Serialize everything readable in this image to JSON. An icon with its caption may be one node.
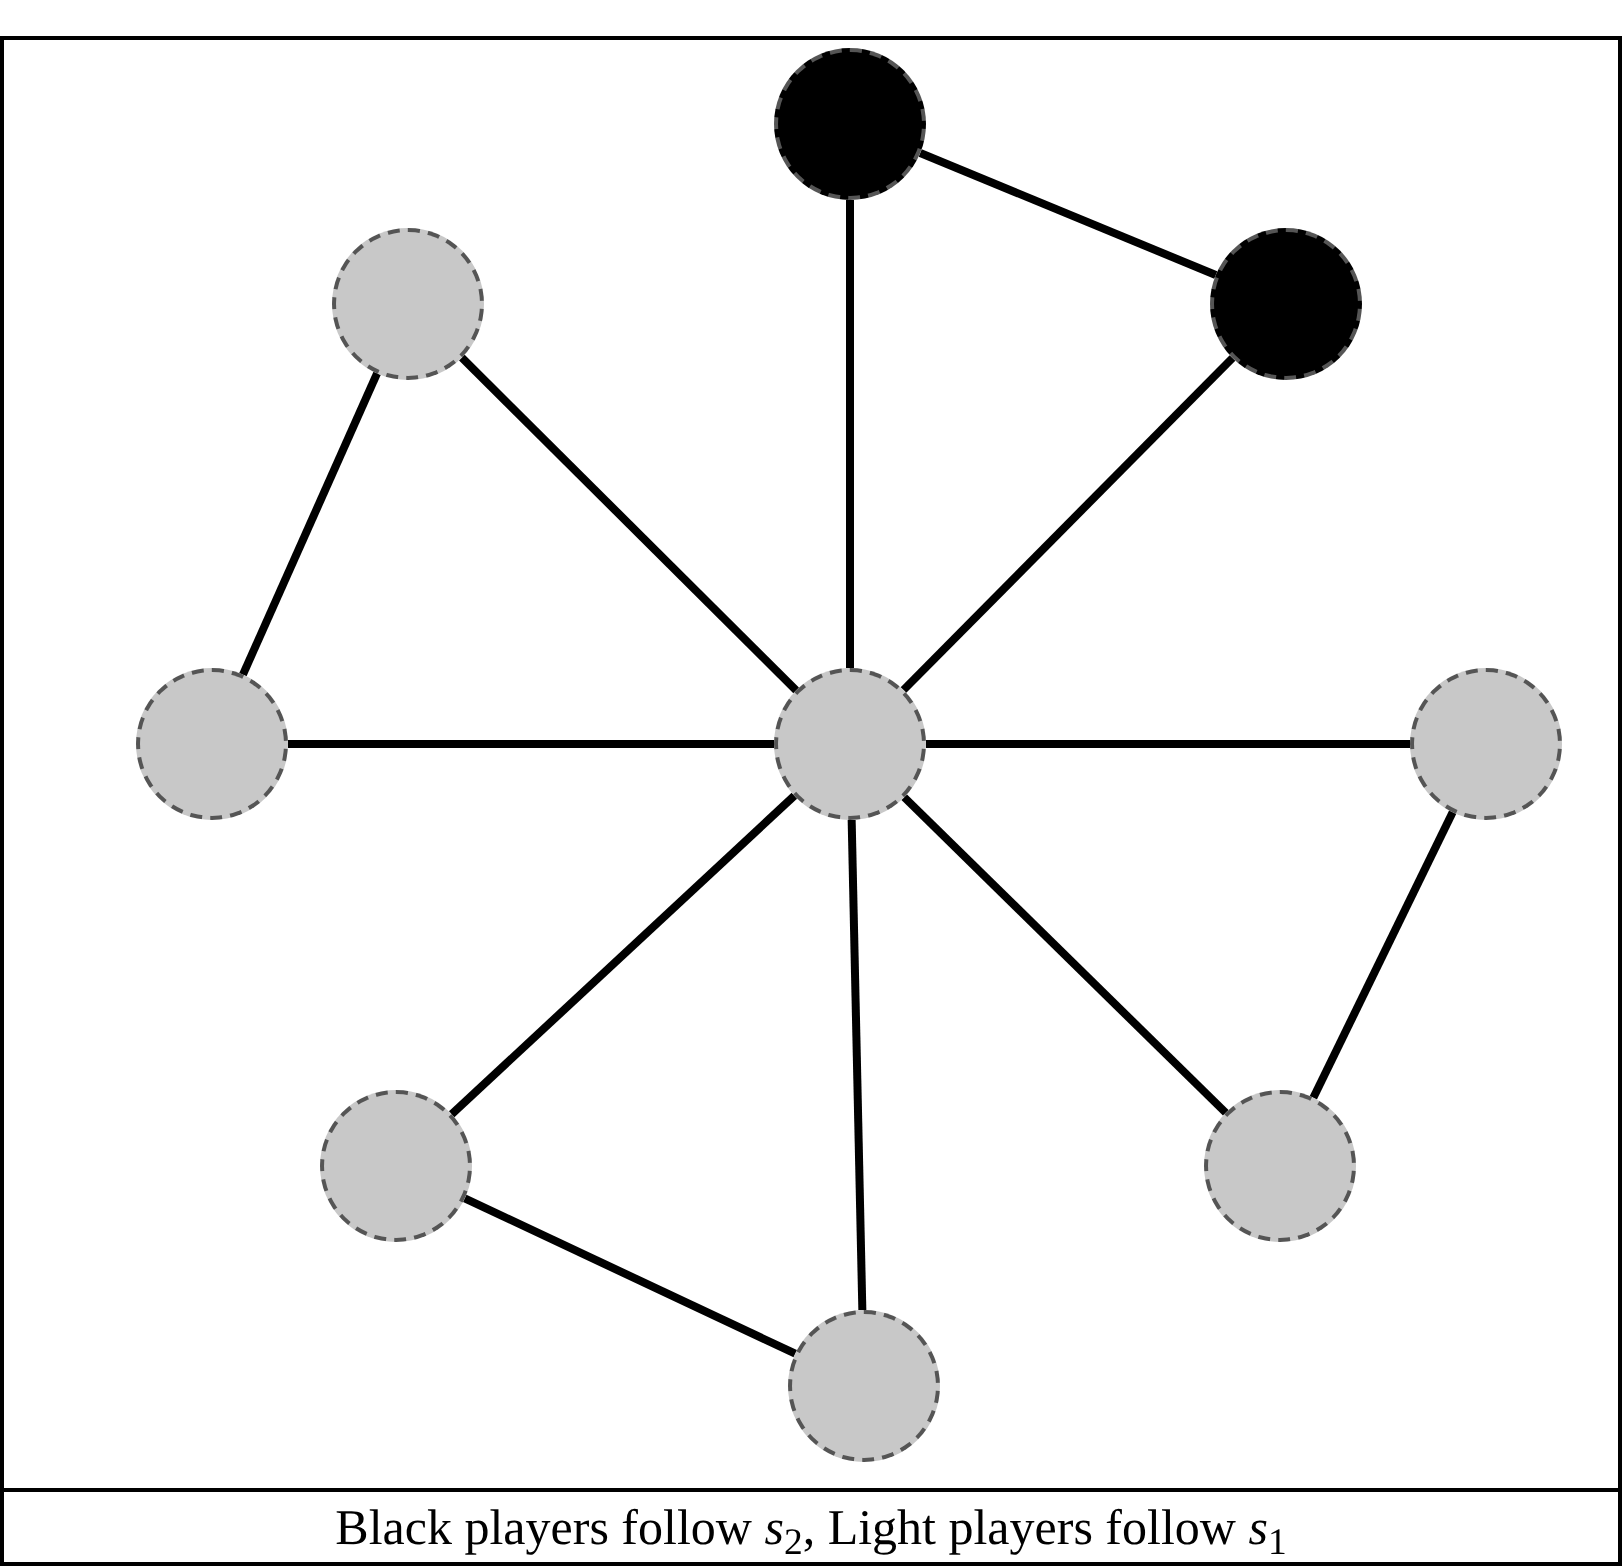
{
  "diagram": {
    "caption": "Black players follow *s*$_{2}$, Light players follow *s*$_{1}$",
    "nodes": [
      {
        "text": [],
        "shape": "circle"
      },
      {
        "text": [],
        "shape": "dot"
      },
      {
        "text": [],
        "shape": "dot"
      },
      {
        "text": [],
        "shape": "circle"
      },
      {
        "text": [],
        "shape": "circle"
      },
      {
        "text": [],
        "shape": "circle"
      },
      {
        "text": [],
        "shape": "circle"
      },
      {
        "text": [],
        "shape": "circle"
      },
      {
        "text": [],
        "shape": "circle"
      }
    ],
    "edges": [
      {
        "from": 0,
        "to": 1,
        "arrow": "none"
      },
      {
        "from": 0,
        "to": 2,
        "arrow": "none"
      },
      {
        "from": 0,
        "to": 3,
        "arrow": "none"
      },
      {
        "from": 0,
        "to": 4,
        "arrow": "none"
      },
      {
        "from": 0,
        "to": 5,
        "arrow": "none"
      },
      {
        "from": 0,
        "to": 6,
        "arrow": "none"
      },
      {
        "from": 0,
        "to": 7,
        "arrow": "none"
      },
      {
        "from": 0,
        "to": 8,
        "arrow": "none"
      },
      {
        "from": 1,
        "to": 2,
        "arrow": "none"
      },
      {
        "from": 3,
        "to": 4,
        "arrow": "none"
      },
      {
        "from": 5,
        "to": 8,
        "arrow": "none"
      },
      {
        "from": 6,
        "to": 7,
        "arrow": "none"
      }
    ]
  }
}
